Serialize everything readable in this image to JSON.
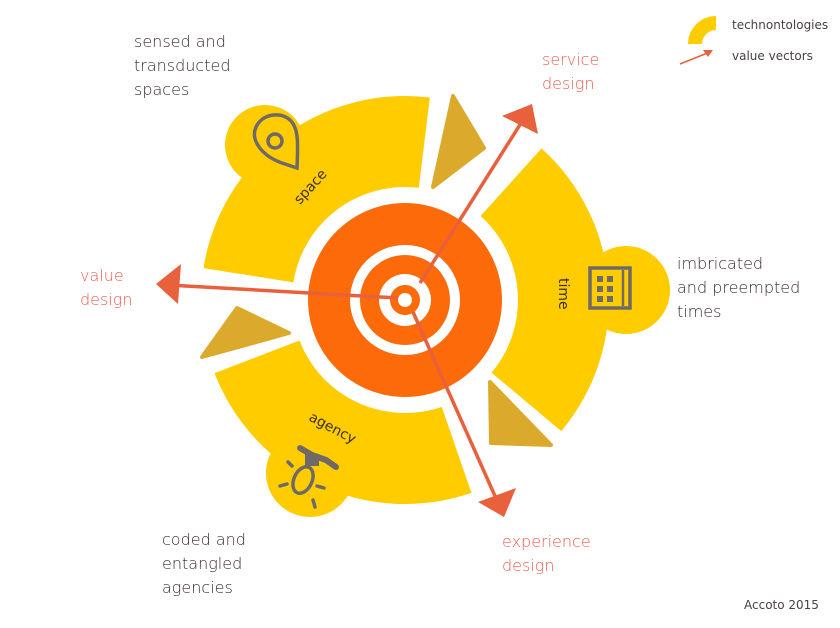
{
  "legend": {
    "technontologies": "technontologies",
    "value_vectors": "value vectors"
  },
  "segments": {
    "space": "space",
    "time": "time",
    "agency": "agency"
  },
  "descriptions": {
    "space": [
      "sensed and",
      "transducted",
      "spaces"
    ],
    "time": [
      "imbricated",
      "and preempted",
      "times"
    ],
    "agency": [
      "coded and",
      "entangled",
      "agencies"
    ]
  },
  "vectors": {
    "service": [
      "service",
      "design"
    ],
    "value": [
      "value",
      "design"
    ],
    "experience": [
      "experience",
      "design"
    ]
  },
  "credit": "Accoto 2015",
  "icons": {
    "space": "location-pin-icon",
    "time": "calendar-icon",
    "agency": "bug-icon"
  },
  "colors": {
    "segment": "#FFCC00",
    "triangle": "#DBA92C",
    "core": "#FD6A0A",
    "vector": "#E8603C",
    "vector_text": "#EC5D4F"
  }
}
